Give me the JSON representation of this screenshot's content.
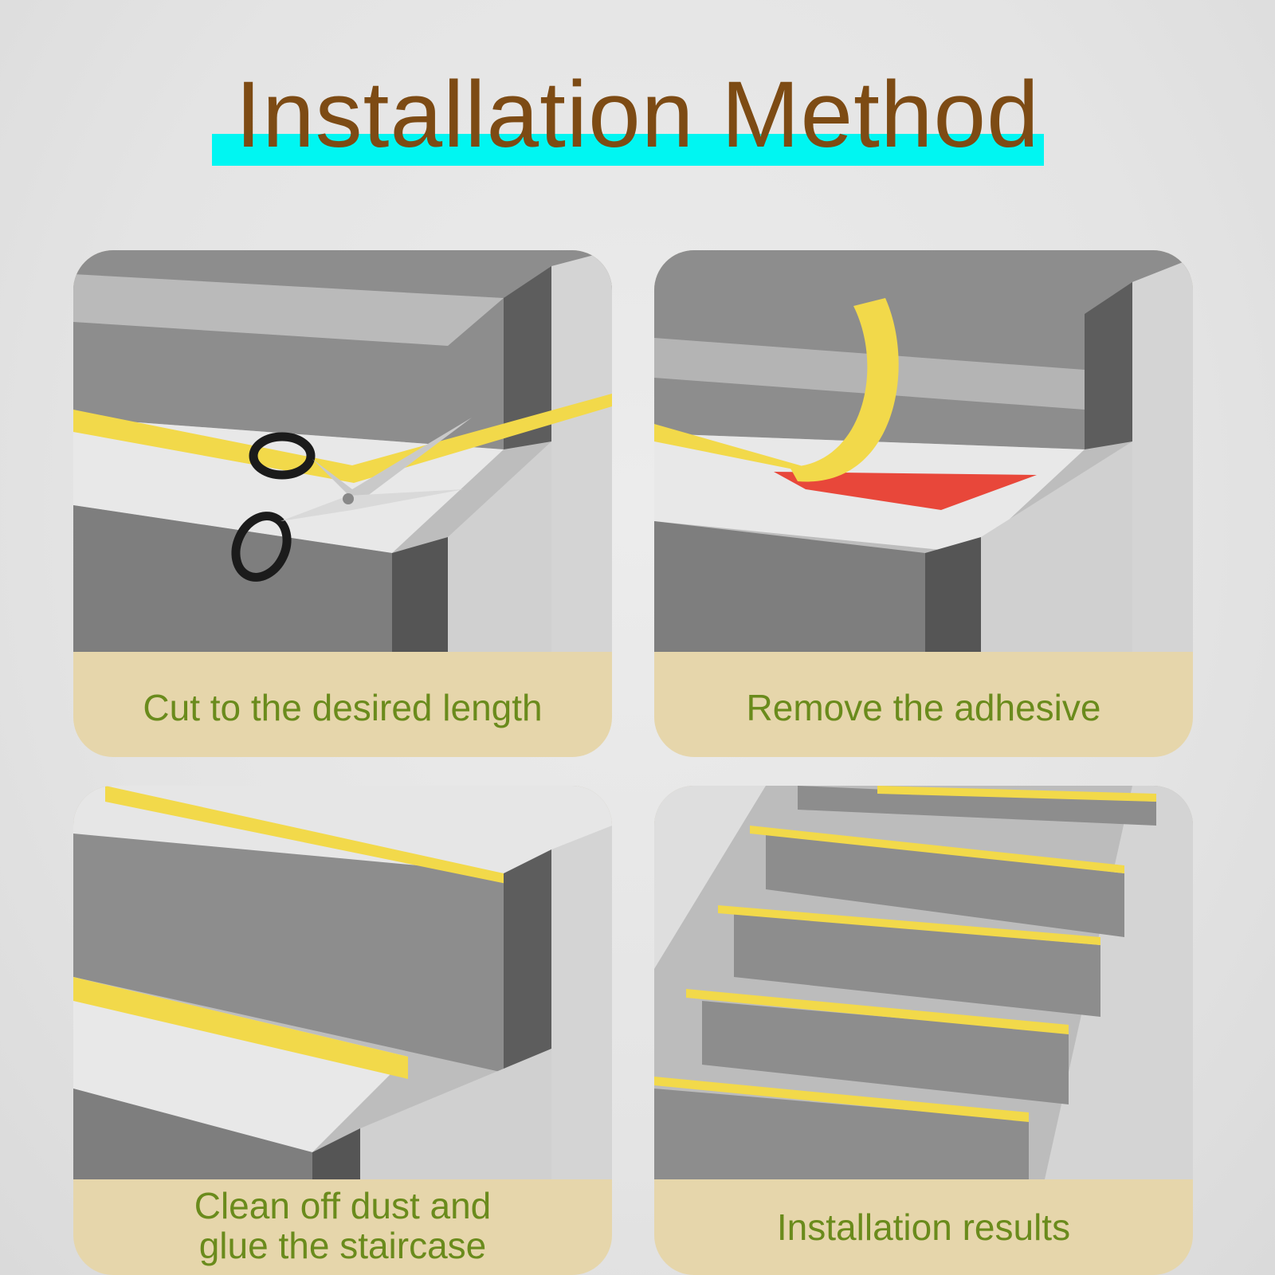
{
  "header": {
    "title": "Installation Method",
    "band_color": "#00f6f2",
    "title_color": "#7d4b14"
  },
  "steps": [
    {
      "caption": "Cut to the desired length",
      "icon": "scissors-icon"
    },
    {
      "caption": "Remove the adhesive",
      "icon": "peeling-strip-icon"
    },
    {
      "caption_lines": [
        "Clean off dust and",
        "glue the staircase"
      ]
    },
    {
      "caption": "Installation results"
    }
  ],
  "colors": {
    "strip": "#f2d94a",
    "adhesive": "#e8473a",
    "caption_bg": "#e6d6ab",
    "caption_text": "#6a8b1c"
  }
}
